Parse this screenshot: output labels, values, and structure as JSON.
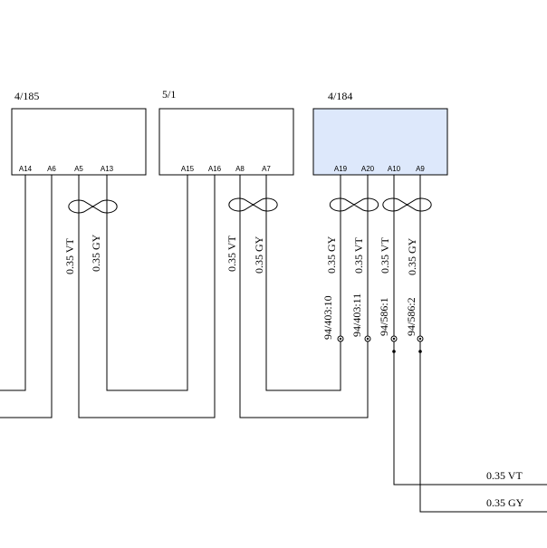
{
  "colors": {
    "box_fill": "#ffffff",
    "highlight_fill": "#dde8fb",
    "line": "#000000"
  },
  "components": [
    {
      "id": "4/185",
      "pins": [
        "A14",
        "A6",
        "A5",
        "A13"
      ],
      "highlighted": false
    },
    {
      "id": "5/1",
      "pins": [
        "A15",
        "A16",
        "A8",
        "A7"
      ],
      "highlighted": false
    },
    {
      "id": "4/184",
      "pins": [
        "A19",
        "A20",
        "A10",
        "A9"
      ],
      "highlighted": true
    }
  ],
  "wire_labels": {
    "a5": "0.35 VT",
    "a13": "0.35 GY",
    "a8": "0.35 VT",
    "a7": "0.35 GY",
    "a19": "0.35 GY",
    "a20": "0.35 VT",
    "a10": "0.35 VT",
    "a9": "0.35 GY"
  },
  "connectors": {
    "a19": "94/403:10",
    "a20": "94/403:11",
    "a10": "94/586:1",
    "a9": "94/586:2"
  },
  "output_labels": {
    "vt": "0.35 VT",
    "gy": "0.35 GY"
  }
}
